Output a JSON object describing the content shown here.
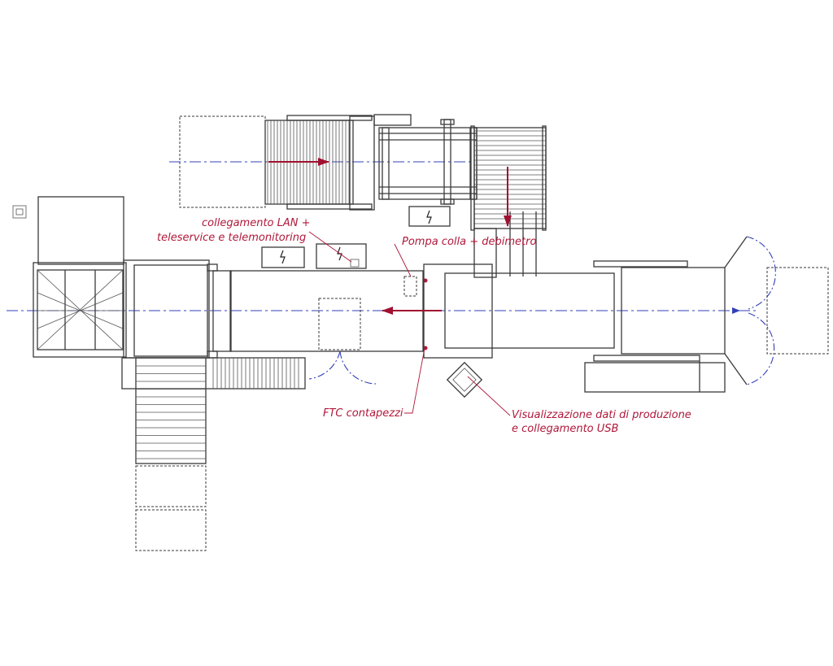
{
  "title": "Layout impianto – vista in pianta",
  "colors": {
    "line": "#3a3a3a",
    "axis": "#3340b8",
    "annotation": "#b0183a",
    "flow_arrow": "#a01030"
  },
  "annotations": {
    "lan_line1": "collegamento LAN +",
    "lan_line2": "teleservice e telemonitoring",
    "pump": "Pompa colla + debimetro",
    "ftc": "FTC contapezzi",
    "usb_line1": "Visualizzazione dati di produzione",
    "usb_line2": "e collegamento USB"
  },
  "icons": [
    "electrical-cabinet-icon",
    "flow-arrow-icon",
    "sensor-icon"
  ]
}
